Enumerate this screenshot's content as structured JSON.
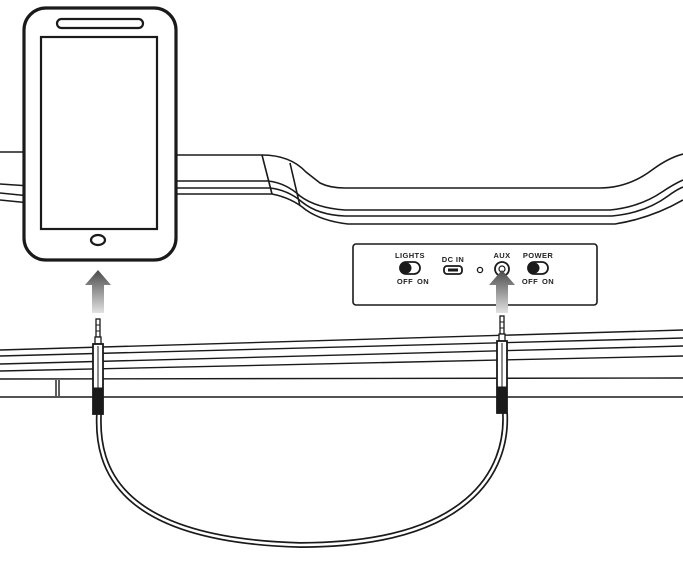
{
  "panel": {
    "lights_label": "LIGHTS",
    "lights_off": "OFF",
    "lights_on": "ON",
    "dc_in_label": "DC IN",
    "aux_label": "AUX",
    "power_label": "POWER",
    "power_off": "OFF",
    "power_on": "ON"
  },
  "colors": {
    "line": "#1a1a1a",
    "arrow_dark": "#555555",
    "arrow_light": "#d6d6d6"
  },
  "icons": [
    "phone-icon",
    "home-button-icon",
    "up-arrow-icon",
    "aux-cable-icon",
    "toggle-switch-icon",
    "dc-port-icon",
    "aux-jack-icon"
  ]
}
